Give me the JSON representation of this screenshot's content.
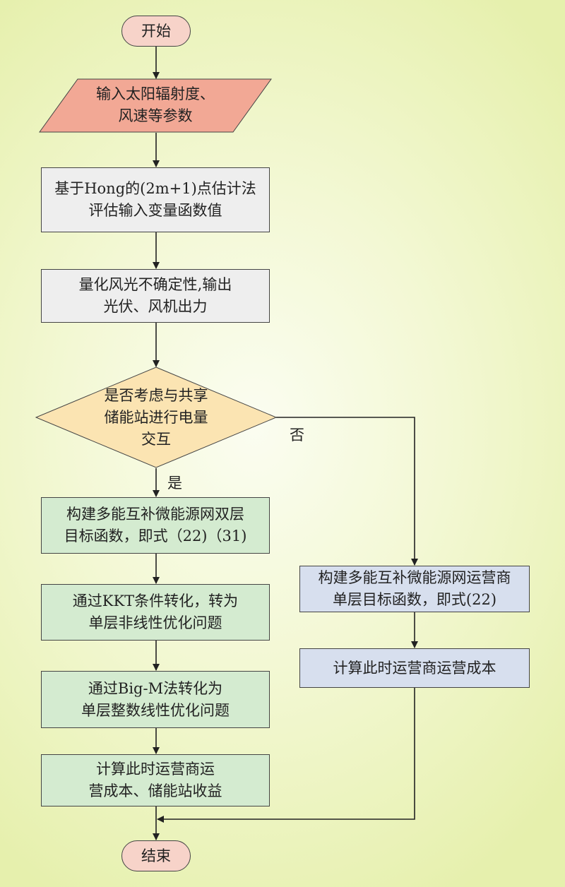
{
  "nodes": {
    "start": "开始",
    "input": "输入太阳辐射度、\n风速等参数",
    "hong": "基于Hong的(2m+1)点估计法\n评估输入变量函数值",
    "quantify": "量化风光不确定性,输出\n光伏、风机出力",
    "decision": "是否考虑与共享\n储能站进行电量\n交互",
    "bilevel": "构建多能互补微能源网双层\n目标函数，即式（22)（31)",
    "kkt": "通过KKT条件转化，转为\n单层非线性优化问题",
    "bigm": "通过Big-M法转化为\n单层整数线性优化问题",
    "cost_left": "计算此时运营商运\n营成本、储能站收益",
    "single": "构建多能互补微能源网运营商\n单层目标函数，即式(22)",
    "cost_right": "计算此时运营商运营成本",
    "end": "结束"
  },
  "edges": {
    "yes_label": "是",
    "no_label": "否"
  },
  "colors": {
    "terminal": "#f7d3c9",
    "input": "#f2a895",
    "process_gray": "#eeeeee",
    "decision": "#fbe4b2",
    "process_green": "#d4ebd0",
    "process_blue": "#d7dfee",
    "background": "#eef5c4"
  }
}
